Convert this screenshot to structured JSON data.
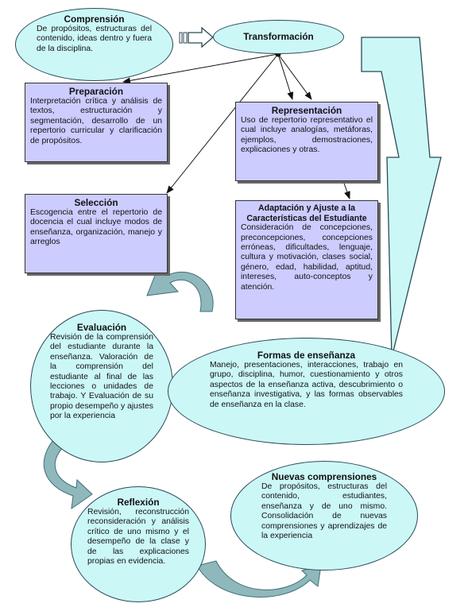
{
  "nodes": {
    "comprension": {
      "title": "Comprensión",
      "body": "De propósitos, estructuras del contenido, ideas dentro y fuera de la disciplina."
    },
    "transformacion": {
      "title": "Transformación"
    },
    "preparacion": {
      "title": "Preparación",
      "body": "Interpretación crítica y análisis de textos, estructuración y segmentación, desarrollo de un repertorio curricular y clarificación de propósitos."
    },
    "representacion": {
      "title": "Representación",
      "body": "Uso de repertorio representativo el cual incluye analogías, metáforas, ejemplos, demostraciones, explicaciones y otras."
    },
    "seleccion": {
      "title": "Selección",
      "body": "Escogencia entre el repertorio de docencia el cual incluye modos de enseñanza, organización, manejo y arreglos"
    },
    "adaptacion": {
      "title": "Adaptación y Ajuste a la Características del Estudiante",
      "body": "Consideración de concepciones, preconcepciones, concepciones erróneas, dificultades, lenguaje, cultura y motivación, clases social, género, edad, habilidad, aptitud, intereses, auto-conceptos y atención."
    },
    "evaluacion": {
      "title": "Evaluación",
      "body": "Revisión de la comprensión del estudiante durante la enseñanza. Valoración de la comprensión del estudiante al final de las lecciones o unidades de trabajo. Y Evaluación de su propio desempeño y ajustes por la experiencia"
    },
    "formas": {
      "title": "Formas de enseñanza",
      "body": "Manejo, presentaciones, interacciones, trabajo en grupo, disciplina, humor, cuestionamiento y otros aspectos de la enseñanza activa, descubrimiento o enseñanza investigativa, y las formas observables de enseñanza en la clase."
    },
    "reflexion": {
      "title": "Reflexión",
      "body": "Revisión, reconstrucción reconsideración y análisis crítico de uno mismo y el desempeño de la clase y de las explicaciones propias en evidencia."
    },
    "nuevas": {
      "title": "Nuevas comprensiones",
      "body": "De propósitos, estructuras del contenido, estudiantes, enseñanza y de uno mismo. Consolidación de nuevas comprensiones y aprendizajes de la experiencia"
    }
  },
  "colors": {
    "ellipse_fill": "#ccf7f7",
    "box_fill": "#ccccff",
    "arrow_fill": "#ccf7f7",
    "curve_arrow_fill": "#8fb8bc",
    "outline": "#2b4a55"
  }
}
